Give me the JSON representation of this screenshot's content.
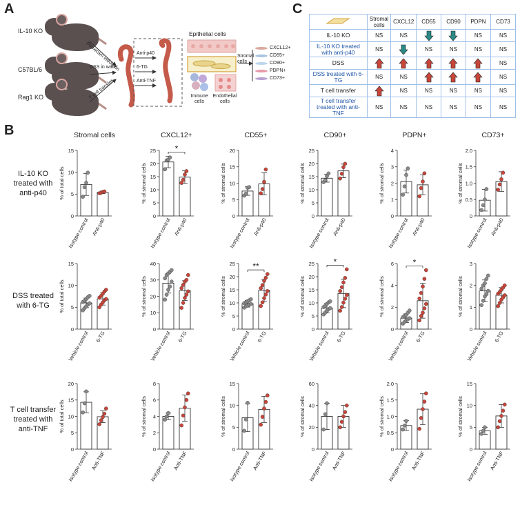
{
  "panels": {
    "a": "A",
    "b": "B",
    "c": "C"
  },
  "panel_a": {
    "mice": [
      "IL-10 KO",
      "C57BL/6",
      "Rag1 KO"
    ],
    "arrows": [
      "Piroxicam induction",
      "DSS in water",
      "T cell transfer"
    ],
    "treatments": [
      "Anti-p40",
      "6-TG",
      "Anti-TNF"
    ],
    "epithelial": "Epithelial cells",
    "immune": "Immune cells",
    "endothelial": "Endothelial cells",
    "stromal": "Stromal cells",
    "markers": [
      "CXCL12+",
      "CD55+",
      "CD90+",
      "PDPN+",
      "CD73+"
    ],
    "marker_colors": [
      "#d9a9a0",
      "#a8c4e0",
      "#bcd6ee",
      "#e69aa8",
      "#b9a2d2"
    ]
  },
  "table_c": {
    "headers": [
      "Stromal cells",
      "CXCL12",
      "CD55",
      "CD90",
      "PDPN",
      "CD73"
    ],
    "rows": [
      {
        "label": "IL-10 KO",
        "blue": false,
        "cells": [
          "NS",
          "NS",
          "down",
          "down",
          "NS",
          "NS"
        ]
      },
      {
        "label": "IL-10 KO treated with anti-p40",
        "blue": true,
        "cells": [
          "NS",
          "down",
          "NS",
          "NS",
          "NS",
          "NS"
        ]
      },
      {
        "label": "DSS",
        "blue": false,
        "cells": [
          "up",
          "up",
          "up",
          "up",
          "up",
          "NS"
        ]
      },
      {
        "label": "DSS treated with 6-TG",
        "blue": true,
        "cells": [
          "NS",
          "NS",
          "up",
          "up",
          "up",
          "NS"
        ]
      },
      {
        "label": "T cell transfer",
        "blue": false,
        "cells": [
          "up",
          "NS",
          "NS",
          "NS",
          "NS",
          "NS"
        ]
      },
      {
        "label": "T cell transfer treated with anti-TNF",
        "blue": true,
        "cells": [
          "NS",
          "NS",
          "NS",
          "NS",
          "NS",
          "NS"
        ]
      }
    ],
    "ns_text": "NS",
    "up_color": "#c8463a",
    "down_color": "#2a8a86"
  },
  "panel_b": {
    "col_titles": [
      "Stromal cells",
      "CXCL12+",
      "CD55+",
      "CD90+",
      "PDPN+",
      "CD73+"
    ],
    "row_labels": [
      [
        "IL-10 KO",
        "treated with",
        "anti-p40"
      ],
      [
        "DSS treated",
        "with 6-TG"
      ],
      [
        "T cell transfer",
        "treated with",
        "anti-TNF"
      ]
    ],
    "control_color": "#8a8a8a",
    "treated_color": "#c8463a"
  },
  "chart_data": [
    {
      "type": "bar",
      "row": 0,
      "col": 0,
      "ylabel": "% of total cells",
      "ylim": [
        0,
        15
      ],
      "yticks": [
        0,
        5,
        10,
        15
      ],
      "categories": [
        "Isotype control",
        "Anti-p40"
      ],
      "means": [
        7.2,
        5.4
      ],
      "sd": [
        2.5,
        0.3
      ],
      "points": [
        [
          4.4,
          6.6,
          7.6,
          9.9
        ],
        [
          5.2,
          5.3,
          5.5,
          5.6
        ]
      ],
      "sig": ""
    },
    {
      "type": "bar",
      "row": 0,
      "col": 1,
      "ylabel": "% of stromal cells",
      "ylim": [
        0,
        25
      ],
      "yticks": [
        0,
        5,
        10,
        15,
        20,
        25
      ],
      "categories": [
        "Isotype control",
        "Anti-p40"
      ],
      "means": [
        20.6,
        14.8
      ],
      "sd": [
        2.2,
        2.4
      ],
      "points": [
        [
          17.8,
          21.2,
          21.5,
          22.3
        ],
        [
          12.6,
          13.8,
          15.8,
          17.1
        ]
      ],
      "sig": "*"
    },
    {
      "type": "bar",
      "row": 0,
      "col": 2,
      "ylabel": "% of stromal cells",
      "ylim": [
        0,
        20
      ],
      "yticks": [
        0,
        5,
        10,
        15,
        20
      ],
      "categories": [
        "Isotype control",
        "Anti-p40"
      ],
      "means": [
        7.6,
        9.8
      ],
      "sd": [
        1.3,
        3.4
      ],
      "points": [
        [
          6.2,
          6.8,
          8.6,
          8.8
        ],
        [
          6.9,
          8.2,
          10.4,
          14.2
        ]
      ],
      "sig": ""
    },
    {
      "type": "bar",
      "row": 0,
      "col": 3,
      "ylabel": "% of stromal cells",
      "ylim": [
        0,
        25
      ],
      "yticks": [
        0,
        5,
        10,
        15,
        20,
        25
      ],
      "categories": [
        "Isotype control",
        "Anti-p40"
      ],
      "means": [
        14.4,
        17.2
      ],
      "sd": [
        1.5,
        2.6
      ],
      "points": [
        [
          12.9,
          13.6,
          15.2,
          16.2
        ],
        [
          14.3,
          16.1,
          18.6,
          19.9
        ]
      ],
      "sig": ""
    },
    {
      "type": "bar",
      "row": 0,
      "col": 4,
      "ylabel": "% of stromal cells",
      "ylim": [
        0,
        4
      ],
      "yticks": [
        0,
        1,
        2,
        3,
        4
      ],
      "categories": [
        "Isotype control",
        "Anti-p40"
      ],
      "means": [
        2.1,
        1.9
      ],
      "sd": [
        0.7,
        0.6
      ],
      "points": [
        [
          1.3,
          1.8,
          2.5,
          2.9
        ],
        [
          1.2,
          1.7,
          2.1,
          2.6
        ]
      ],
      "sig": ""
    },
    {
      "type": "bar",
      "row": 0,
      "col": 5,
      "ylabel": "% of stromal cells",
      "ylim": [
        0,
        2.0
      ],
      "yticks": [
        0,
        0.5,
        1.0,
        1.5,
        2.0
      ],
      "categories": [
        "Isotype control",
        "Anti-p40"
      ],
      "means": [
        0.48,
        1.05
      ],
      "sd": [
        0.33,
        0.3
      ],
      "points": [
        [
          0.18,
          0.33,
          0.5,
          0.82
        ],
        [
          0.8,
          0.96,
          1.12,
          1.32
        ]
      ],
      "sig": ""
    },
    {
      "type": "bar",
      "row": 1,
      "col": 0,
      "ylabel": "% of total cells",
      "ylim": [
        0,
        15
      ],
      "yticks": [
        0,
        5,
        10,
        15
      ],
      "categories": [
        "Vehicle control",
        "6-TG"
      ],
      "means": [
        6.0,
        6.9
      ],
      "sd": [
        1.1,
        1.4
      ],
      "points": [
        [
          4.3,
          4.8,
          5.2,
          5.6,
          5.9,
          6.2,
          6.5,
          6.9,
          7.3,
          7.6
        ],
        [
          5.0,
          5.6,
          6.1,
          6.6,
          6.9,
          7.2,
          7.6,
          8.1,
          8.6,
          9.0
        ]
      ],
      "sig": ""
    },
    {
      "type": "bar",
      "row": 1,
      "col": 1,
      "ylabel": "% of stromal cells",
      "ylim": [
        0,
        40
      ],
      "yticks": [
        0,
        10,
        20,
        30,
        40
      ],
      "categories": [
        "Vehicle control",
        "6-TG"
      ],
      "means": [
        28.0,
        23.5
      ],
      "sd": [
        6.0,
        6.0
      ],
      "points": [
        [
          18,
          21,
          24,
          26,
          29,
          31,
          33,
          34,
          35,
          36
        ],
        [
          13,
          16,
          19,
          21,
          23,
          25,
          27,
          29,
          30,
          33
        ]
      ],
      "sig": ""
    },
    {
      "type": "bar",
      "row": 1,
      "col": 2,
      "ylabel": "% of stromal cells",
      "ylim": [
        0,
        25
      ],
      "yticks": [
        0,
        5,
        10,
        15,
        20,
        25
      ],
      "categories": [
        "Vehicle control",
        "6-TG"
      ],
      "means": [
        9.7,
        14.8
      ],
      "sd": [
        1.3,
        4.2
      ],
      "points": [
        [
          8.2,
          8.7,
          9.0,
          9.3,
          9.6,
          9.9,
          10.2,
          10.6,
          11.0,
          11.4
        ],
        [
          8.8,
          10.2,
          11.8,
          13.2,
          14.5,
          15.6,
          16.8,
          18.4,
          19.6,
          21.0
        ]
      ],
      "sig": "**"
    },
    {
      "type": "bar",
      "row": 1,
      "col": 3,
      "ylabel": "% of stromal cells",
      "ylim": [
        0,
        25
      ],
      "yticks": [
        0,
        5,
        10,
        15,
        20,
        25
      ],
      "categories": [
        "Vehicle control",
        "6-TG"
      ],
      "means": [
        8.0,
        13.6
      ],
      "sd": [
        1.8,
        5.4
      ],
      "points": [
        [
          5.6,
          6.3,
          7.0,
          7.6,
          8.0,
          8.4,
          8.9,
          9.6,
          10.2,
          10.6
        ],
        [
          7.0,
          8.4,
          10.1,
          11.6,
          13.0,
          14.5,
          16.0,
          17.8,
          19.5,
          22.8
        ]
      ],
      "sig": "*"
    },
    {
      "type": "bar",
      "row": 1,
      "col": 4,
      "ylabel": "% of stromal cells",
      "ylim": [
        0,
        6
      ],
      "yticks": [
        0,
        2,
        4,
        6
      ],
      "categories": [
        "Vehicle control",
        "6-TG"
      ],
      "means": [
        1.0,
        2.6
      ],
      "sd": [
        0.4,
        1.6
      ],
      "points": [
        [
          0.5,
          0.65,
          0.8,
          0.9,
          1.0,
          1.1,
          1.2,
          1.3,
          1.5,
          1.7
        ],
        [
          0.8,
          1.2,
          1.5,
          1.9,
          2.3,
          2.8,
          3.3,
          3.9,
          4.6,
          5.4
        ]
      ],
      "sig": "*"
    },
    {
      "type": "bar",
      "row": 1,
      "col": 5,
      "ylabel": "% of stromal cells",
      "ylim": [
        0,
        3
      ],
      "yticks": [
        0,
        1,
        2,
        3
      ],
      "categories": [
        "Vehicle control",
        "6-TG"
      ],
      "means": [
        1.75,
        1.55
      ],
      "sd": [
        0.5,
        0.35
      ],
      "points": [
        [
          1.1,
          1.3,
          1.5,
          1.6,
          1.75,
          1.85,
          2.0,
          2.1,
          2.3,
          2.45
        ],
        [
          1.05,
          1.2,
          1.35,
          1.45,
          1.55,
          1.62,
          1.7,
          1.8,
          1.9,
          2.0
        ]
      ],
      "sig": ""
    },
    {
      "type": "bar",
      "row": 2,
      "col": 0,
      "ylabel": "% of total cells",
      "ylim": [
        0,
        20
      ],
      "yticks": [
        0,
        5,
        10,
        15,
        20
      ],
      "categories": [
        "Isotype control",
        "Anti-TNF"
      ],
      "means": [
        14.3,
        9.9
      ],
      "sd": [
        3.2,
        1.8
      ],
      "points": [
        [
          11.2,
          14.0,
          17.6
        ],
        [
          7.6,
          8.8,
          9.8,
          10.8,
          12.4
        ]
      ],
      "sig": ""
    },
    {
      "type": "bar",
      "row": 2,
      "col": 1,
      "ylabel": "% of stromal cells",
      "ylim": [
        0,
        8
      ],
      "yticks": [
        0,
        2,
        4,
        6,
        8
      ],
      "categories": [
        "Isotype control",
        "Anti-TNF"
      ],
      "means": [
        4.0,
        5.0
      ],
      "sd": [
        0.4,
        1.6
      ],
      "points": [
        [
          3.6,
          4.0,
          4.4
        ],
        [
          2.9,
          4.1,
          5.1,
          6.0,
          6.8
        ]
      ],
      "sig": ""
    },
    {
      "type": "bar",
      "row": 2,
      "col": 2,
      "ylabel": "% of stromal cells",
      "ylim": [
        0,
        15
      ],
      "yticks": [
        0,
        5,
        10,
        15
      ],
      "categories": [
        "Isotype control",
        "Anti-TNF"
      ],
      "means": [
        7.2,
        9.1
      ],
      "sd": [
        3.2,
        3.0
      ],
      "points": [
        [
          4.2,
          6.8,
          10.6
        ],
        [
          5.6,
          7.4,
          9.3,
          10.8,
          12.3
        ]
      ],
      "sig": ""
    },
    {
      "type": "bar",
      "row": 2,
      "col": 3,
      "ylabel": "% of stromal cells",
      "ylim": [
        0,
        60
      ],
      "yticks": [
        0,
        20,
        40,
        60
      ],
      "categories": [
        "Isotype control",
        "Anti-TNF"
      ],
      "means": [
        30.0,
        30.0
      ],
      "sd": [
        12.0,
        10.0
      ],
      "points": [
        [
          18,
          32,
          42
        ],
        [
          20,
          25,
          30,
          34,
          40
        ]
      ],
      "sig": ""
    },
    {
      "type": "bar",
      "row": 2,
      "col": 4,
      "ylabel": "% of stromal cells",
      "ylim": [
        0,
        2.0
      ],
      "yticks": [
        0,
        0.5,
        1.0,
        1.5,
        2.0
      ],
      "categories": [
        "Isotype control",
        "Anti-TNF"
      ],
      "means": [
        0.72,
        1.22
      ],
      "sd": [
        0.15,
        0.47
      ],
      "points": [
        [
          0.6,
          0.72,
          0.86
        ],
        [
          0.62,
          0.95,
          1.22,
          1.45,
          1.7
        ]
      ],
      "sig": ""
    },
    {
      "type": "bar",
      "row": 2,
      "col": 5,
      "ylabel": "% of stromal cells",
      "ylim": [
        0,
        15
      ],
      "yticks": [
        0,
        5,
        10,
        15
      ],
      "categories": [
        "Isotype control",
        "Anti-TNF"
      ],
      "means": [
        4.2,
        7.6
      ],
      "sd": [
        0.8,
        2.6
      ],
      "points": [
        [
          3.5,
          4.2,
          5.0
        ],
        [
          5.0,
          6.4,
          7.6,
          8.8,
          10.2
        ]
      ],
      "sig": ""
    }
  ]
}
